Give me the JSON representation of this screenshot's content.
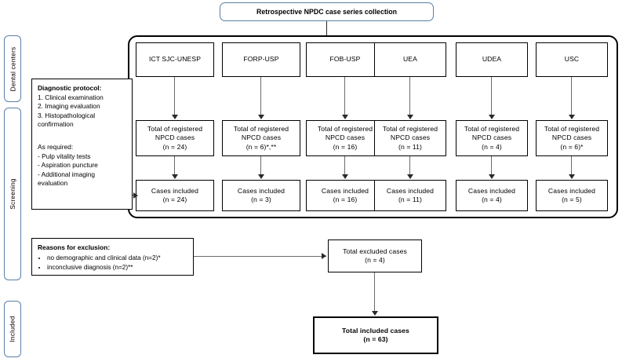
{
  "title_box": {
    "label": "Retrospective NPDC case series collection"
  },
  "stage_labels": [
    {
      "name": "dental-centers",
      "label": "Dental centers"
    },
    {
      "name": "screening",
      "label": "Screening"
    },
    {
      "name": "included",
      "label": "Included"
    }
  ],
  "centers": [
    {
      "name": "ict-sjc-unesp",
      "label": "ICT SJC-UNESP",
      "registered_line1": "Total of registered",
      "registered_line2": "NPCD cases",
      "registered_n": "(n = 24)",
      "included_line1": "Cases included",
      "included_n": "(n = 24)"
    },
    {
      "name": "forp-usp",
      "label": "FORP-USP",
      "registered_line1": "Total of registered",
      "registered_line2": "NPCD cases",
      "registered_n": "(n = 6)*,**",
      "included_line1": "Cases included",
      "included_n": "(n = 3)"
    },
    {
      "name": "fob-usp",
      "label": "FOB-USP",
      "registered_line1": "Total of registered",
      "registered_line2": "NPCD cases",
      "registered_n": "(n = 16)",
      "included_line1": "Cases included",
      "included_n": "(n = 16)"
    },
    {
      "name": "uea",
      "label": "UEA",
      "registered_line1": "Total of registered",
      "registered_line2": "NPCD cases",
      "registered_n": "(n = 11)",
      "included_line1": "Cases included",
      "included_n": "(n = 11)"
    },
    {
      "name": "udea",
      "label": "UDEA",
      "registered_line1": "Total of registered",
      "registered_line2": "NPCD cases",
      "registered_n": "(n = 4)",
      "included_line1": "Cases included",
      "included_n": "(n = 4)"
    },
    {
      "name": "usc",
      "label": "USC",
      "registered_line1": "Total of registered",
      "registered_line2": "NPCD cases",
      "registered_n": "(n = 6)*",
      "included_line1": "Cases included",
      "included_n": "(n = 5)"
    }
  ],
  "protocol_box": {
    "heading": "Diagnostic protocol:",
    "items": [
      "1. Clinical examination",
      "2. Imaging evaluation",
      "3. Histopathological",
      "confirmation"
    ],
    "subheading": "As required:",
    "sub_items": [
      "- Pulp vitality tests",
      "- Aspiration puncture",
      "- Additional imaging",
      "evaluation"
    ]
  },
  "exclusion_box": {
    "heading": "Reasons for exclusion:",
    "reasons": [
      "no demographic and clinical data (n=2)*",
      "inconclusive diagnosis (n=2)**"
    ]
  },
  "excluded_total": {
    "line1": "Total excluded cases",
    "line2": "(n = 4)"
  },
  "included_total": {
    "line1": "Total included cases",
    "line2": "(n = 63)"
  },
  "colors": {
    "accent": "#5a7fa6",
    "line": "#6b6b6b",
    "box_border": "#000000"
  }
}
